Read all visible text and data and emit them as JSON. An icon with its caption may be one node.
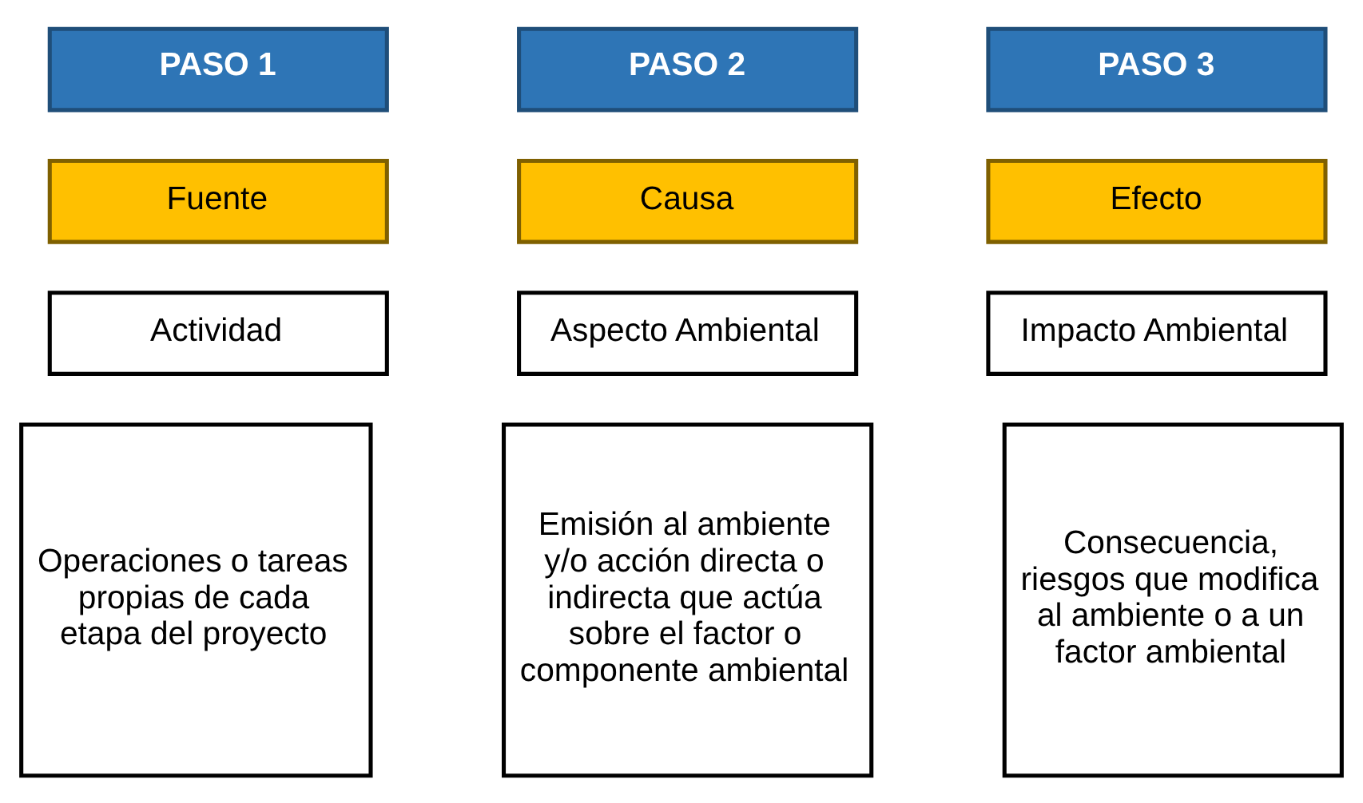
{
  "diagram": {
    "nodes": [
      {
        "text": [
          "PASO 1"
        ]
      },
      {
        "text": [
          "PASO 2"
        ]
      },
      {
        "text": [
          "PASO 3"
        ]
      },
      {
        "text": [
          "Fuente"
        ]
      },
      {
        "text": [
          "Causa"
        ]
      },
      {
        "text": [
          "Efecto"
        ]
      },
      {
        "text": [
          "Actividad"
        ]
      },
      {
        "text": [
          "Aspecto Ambiental"
        ]
      },
      {
        "text": [
          "Impacto Ambiental"
        ]
      },
      {
        "text": [
          "Operaciones o tareas propias de cada etapa del proyecto"
        ]
      },
      {
        "text": [
          "Emisión al ambiente y/o acción directa o indirecta que actúa sobre el factor o componente ambiental"
        ]
      },
      {
        "text": [
          "Consecuencia, riesgos que modifica al ambiente o a un factor ambiental"
        ]
      }
    ]
  }
}
